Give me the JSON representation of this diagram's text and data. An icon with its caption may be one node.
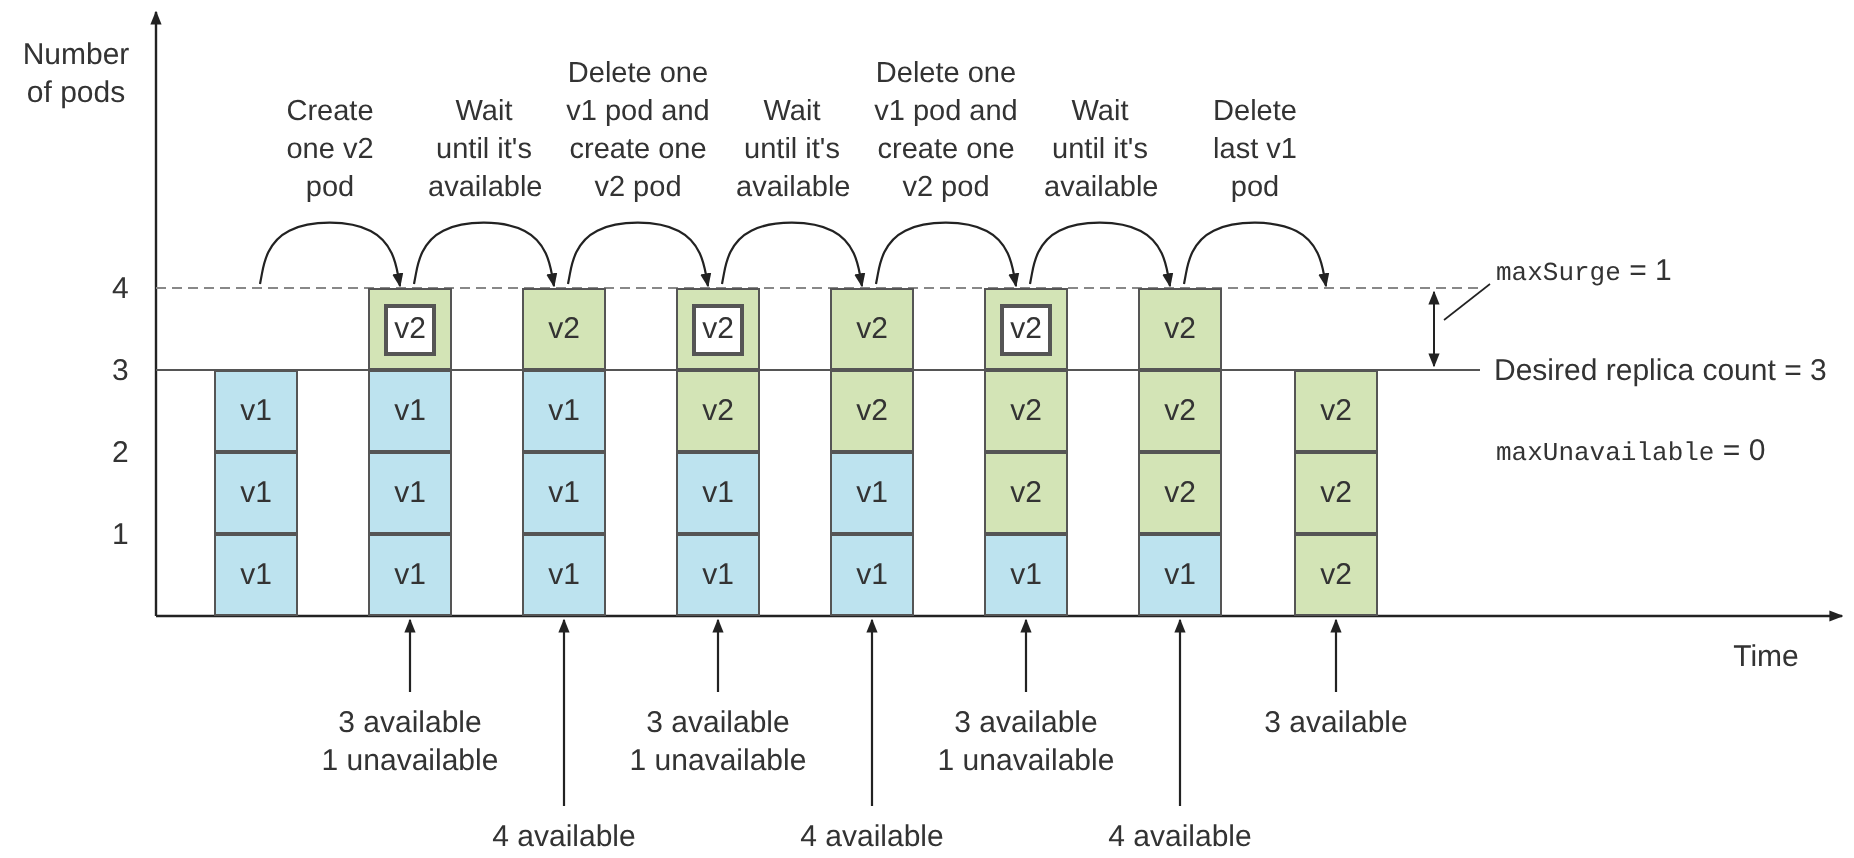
{
  "diagram": {
    "nodes": [
      {
        "text": [],
        "shape": "bar"
      },
      {
        "text": [
          "v1"
        ],
        "in": 0
      },
      {
        "text": [
          "v1"
        ],
        "in": 0
      },
      {
        "text": [
          "v1"
        ],
        "in": 0
      },
      {
        "text": [],
        "shape": "bar"
      },
      {
        "text": [],
        "shape": "box",
        "in": 4
      },
      {
        "text": [
          "v2"
        ],
        "in": 5
      },
      {
        "text": [
          "v1"
        ],
        "in": 4
      },
      {
        "text": [
          "v1"
        ],
        "in": 4
      },
      {
        "text": [
          "v1"
        ],
        "in": 4
      },
      {
        "text": [],
        "shape": "bar"
      },
      {
        "text": [
          "v2"
        ],
        "in": 10
      },
      {
        "text": [
          "v1"
        ],
        "in": 10
      },
      {
        "text": [
          "v1"
        ],
        "in": 10
      },
      {
        "text": [
          "v1"
        ],
        "in": 10
      },
      {
        "text": [],
        "shape": "bar"
      },
      {
        "text": [],
        "shape": "box",
        "in": 15
      },
      {
        "text": [
          "v2"
        ],
        "in": 16
      },
      {
        "text": [
          "v2"
        ],
        "in": 15
      },
      {
        "text": [
          "v1"
        ],
        "in": 15
      },
      {
        "text": [
          "v1"
        ],
        "in": 15
      },
      {
        "text": [],
        "shape": "bar"
      },
      {
        "text": [
          "v2"
        ],
        "in": 21
      },
      {
        "text": [
          "v2"
        ],
        "in": 21
      },
      {
        "text": [
          "v1"
        ],
        "in": 21
      },
      {
        "text": [
          "v1"
        ],
        "in": 21
      },
      {
        "text": [],
        "shape": "bar"
      },
      {
        "text": [],
        "shape": "box",
        "in": 26
      },
      {
        "text": [
          "v2"
        ],
        "in": 27
      },
      {
        "text": [
          "v2"
        ],
        "in": 26
      },
      {
        "text": [
          "v2"
        ],
        "in": 26
      },
      {
        "text": [
          "v1"
        ],
        "in": 26
      },
      {
        "text": [],
        "shape": "bar"
      },
      {
        "text": [
          "v2"
        ],
        "in": 32
      },
      {
        "text": [
          "v2"
        ],
        "in": 32
      },
      {
        "text": [
          "v2"
        ],
        "in": 32
      },
      {
        "text": [
          "v1"
        ],
        "in": 32
      },
      {
        "text": [],
        "shape": "bar"
      },
      {
        "text": [
          "v2"
        ],
        "in": 37
      },
      {
        "text": [
          "v2"
        ],
        "in": 37
      },
      {
        "text": [
          "v2"
        ],
        "in": 37
      },
      {
        "text": [
          "maxSurge = 1"
        ]
      },
      {
        "text": [
          "3 available",
          "1 unavailable"
        ]
      },
      {
        "text": [
          "4 available"
        ]
      },
      {
        "text": [
          "3 available",
          "1 unavailable"
        ]
      },
      {
        "text": [
          "4 available"
        ]
      },
      {
        "text": [
          "3 available",
          "1 unavailable"
        ]
      },
      {
        "text": [
          "4 available"
        ]
      },
      {
        "text": [
          "3 available"
        ]
      }
    ],
    "edges": [
      {
        "from": 0,
        "to": 4,
        "arrow": "to",
        "label": "Create one v2 pod"
      },
      {
        "from": 4,
        "to": 10,
        "arrow": "to",
        "label": "Wait until it's available"
      },
      {
        "from": 10,
        "to": 15,
        "arrow": "to",
        "label": "Delete one v1 pod and create one v2 pod"
      },
      {
        "from": 15,
        "to": 21,
        "arrow": "to",
        "label": "Wait until it's available"
      },
      {
        "from": 21,
        "to": 26,
        "arrow": "to",
        "label": "Delete one v1 pod and create one v2 pod"
      },
      {
        "from": 26,
        "to": 32,
        "arrow": "to",
        "label": "Wait until it's available"
      },
      {
        "from": 32,
        "to": 37,
        "arrow": "to",
        "label": "Delete last v1 pod"
      },
      {
        "from": 42,
        "to": 4,
        "arrow": "to"
      },
      {
        "from": 43,
        "to": 10,
        "arrow": "to"
      },
      {
        "from": 44,
        "to": 15,
        "arrow": "to"
      },
      {
        "from": 45,
        "to": 21,
        "arrow": "to"
      },
      {
        "from": 46,
        "to": 26,
        "arrow": "to"
      },
      {
        "from": 47,
        "to": 32,
        "arrow": "to"
      },
      {
        "from": 48,
        "to": 37,
        "arrow": "to"
      },
      {
        "from": 41,
        "to": null,
        "arrow": "none"
      }
    ],
    "labels": [
      "Number of pods",
      "4",
      "3",
      "2",
      "1",
      "Desired replica count = 3",
      "maxUnavailable = 0",
      "Time"
    ]
  }
}
